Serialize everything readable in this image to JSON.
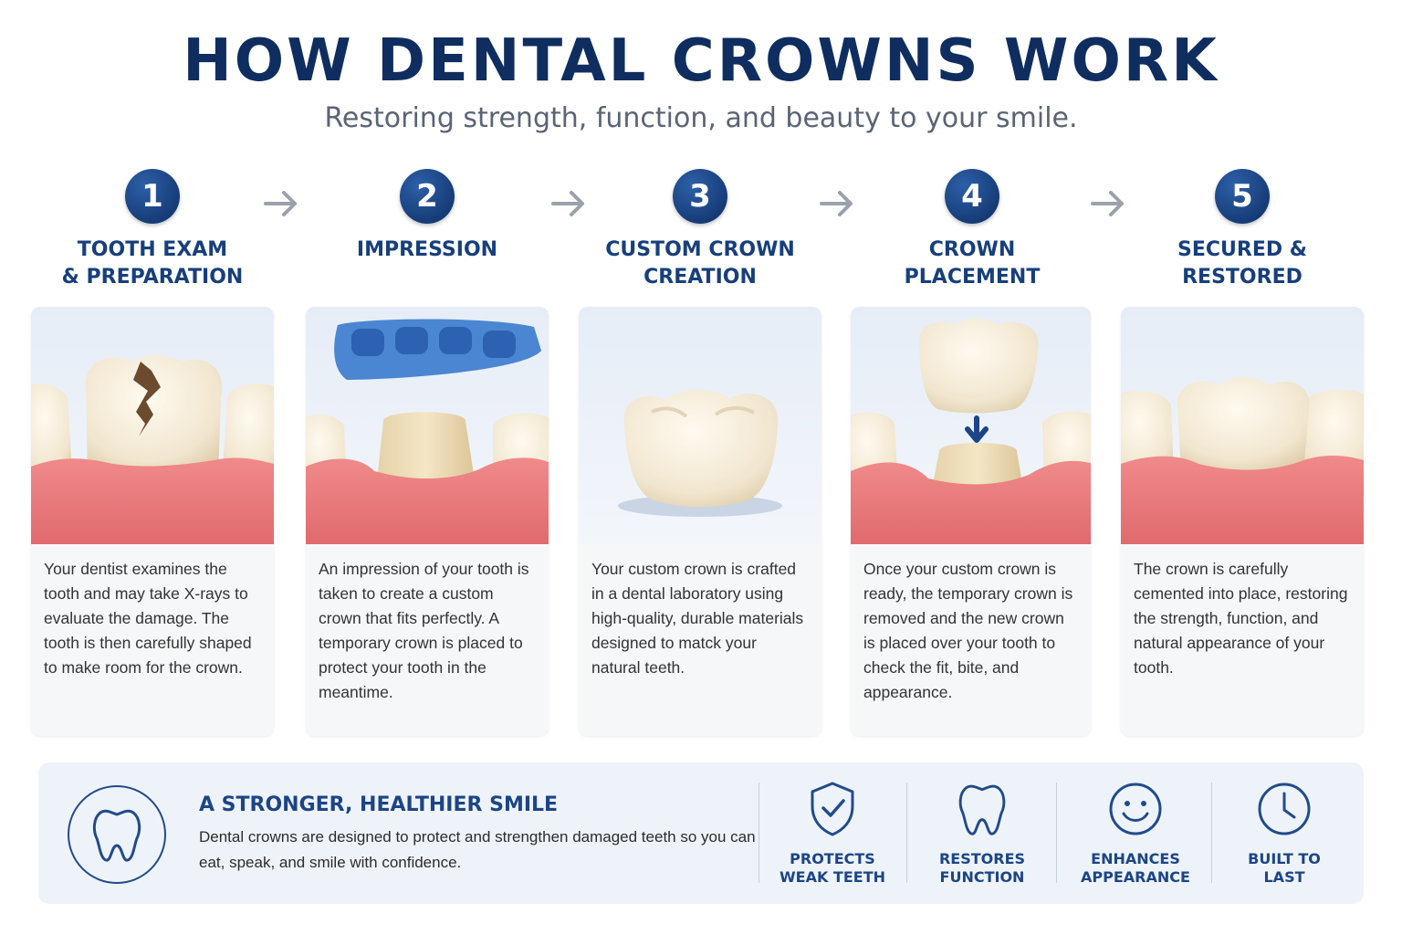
{
  "header": {
    "title": "HOW DENTAL CROWNS WORK",
    "subtitle": "Restoring strength, function, and beauty to your smile."
  },
  "steps": [
    {
      "number": "1",
      "title": "TOOTH EXAM\n& PREPARATION",
      "description": "Your dentist examines the tooth and may take X-rays to evaluate the damage. The tooth is then carefully shaped to make room for the crown."
    },
    {
      "number": "2",
      "title": "IMPRESSION",
      "description": "An impression of your tooth is taken to create a custom crown that fits perfectly. A temporary crown is placed to protect your tooth in the meantime."
    },
    {
      "number": "3",
      "title": "CUSTOM CROWN\nCREATION",
      "description": "Your custom crown is crafted in a dental laboratory using high-quality, durable materials designed to matck your natural teeth."
    },
    {
      "number": "4",
      "title": "CROWN\nPLACEMENT",
      "description": "Once your custom crown is ready, the temporary crown is removed and the new crown is placed over your tooth to check the fit, bite, and appearance."
    },
    {
      "number": "5",
      "title": "SECURED &\nRESTORED",
      "description": "The crown is carefully cemented into place, restoring the strength, function, and natural appearance of your tooth."
    }
  ],
  "footer": {
    "heading": "A STRONGER, HEALTHIER SMILE",
    "text": "Dental crowns are designed to protect and strengthen damaged teeth so you can eat, speak, and smile with confidence.",
    "benefits": [
      {
        "icon": "shield-check-icon",
        "label": "PROTECTS\nWEAK TEETH"
      },
      {
        "icon": "tooth-icon",
        "label": "RESTORES\nFUNCTION"
      },
      {
        "icon": "smiley-icon",
        "label": "ENHANCES\nAPPEARANCE"
      },
      {
        "icon": "clock-icon",
        "label": "BUILT TO\nLAST"
      }
    ]
  },
  "colors": {
    "navy": "#0f2d5f",
    "accent_blue": "#1c4585",
    "gum": "#e8787a",
    "tooth": "#f3ead6"
  }
}
